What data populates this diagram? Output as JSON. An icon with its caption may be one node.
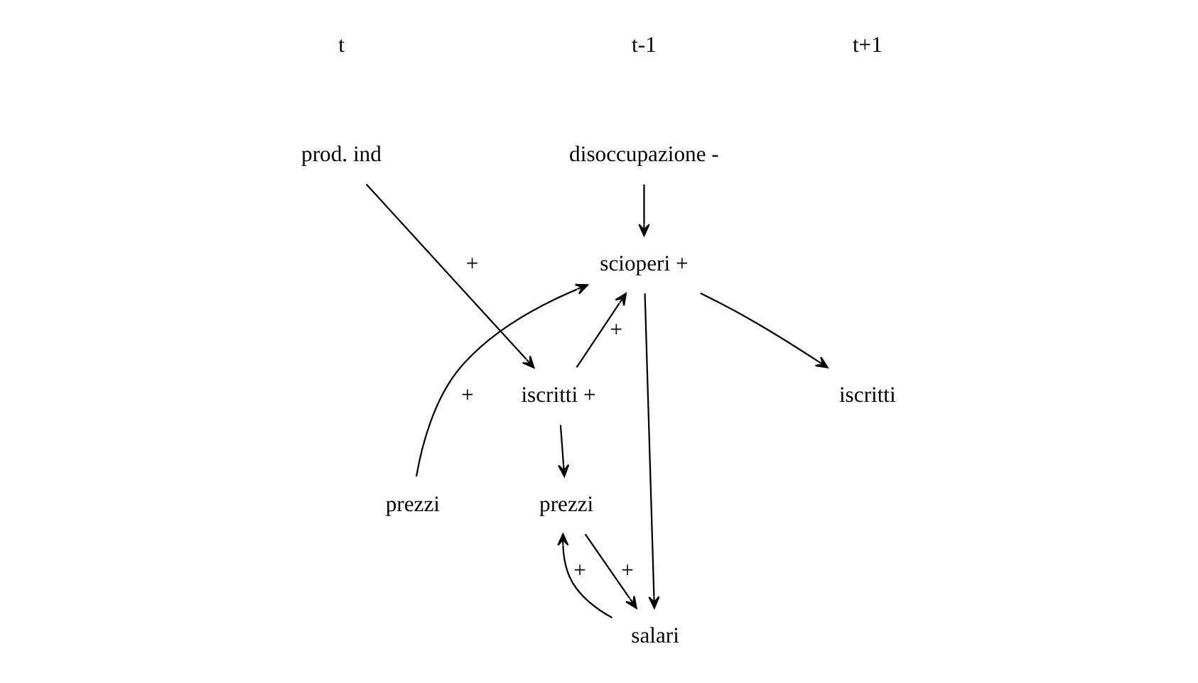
{
  "diagram": {
    "nodes": [
      {
        "text": [
          "disoccupazione -"
        ]
      },
      {
        "text": [
          "prod. ind"
        ]
      },
      {
        "text": [
          "iscritti +"
        ]
      },
      {
        "text": [
          "scioperi +"
        ]
      },
      {
        "text": [
          "prezzi"
        ]
      },
      {
        "text": [
          "iscritti"
        ]
      },
      {
        "text": [
          "salari"
        ]
      },
      {
        "text": [
          "prezzi"
        ]
      }
    ],
    "edges": [
      {
        "from": 1,
        "to": 2,
        "arrow": "to",
        "label": "+"
      },
      {
        "from": 0,
        "to": 3,
        "arrow": "to"
      },
      {
        "from": 2,
        "to": 3,
        "arrow": "to",
        "label": "+"
      },
      {
        "from": 4,
        "to": 3,
        "arrow": "to",
        "label": "+"
      },
      {
        "from": 2,
        "to": 7,
        "arrow": "to"
      },
      {
        "from": 3,
        "to": 5,
        "arrow": "to"
      },
      {
        "from": 3,
        "to": 6,
        "arrow": "to"
      },
      {
        "from": 7,
        "to": 6,
        "arrow": "to",
        "label": "+"
      },
      {
        "from": 6,
        "to": 7,
        "arrow": "to",
        "label": "+"
      }
    ],
    "labels": [
      "t-1",
      "t",
      "t+1"
    ]
  }
}
